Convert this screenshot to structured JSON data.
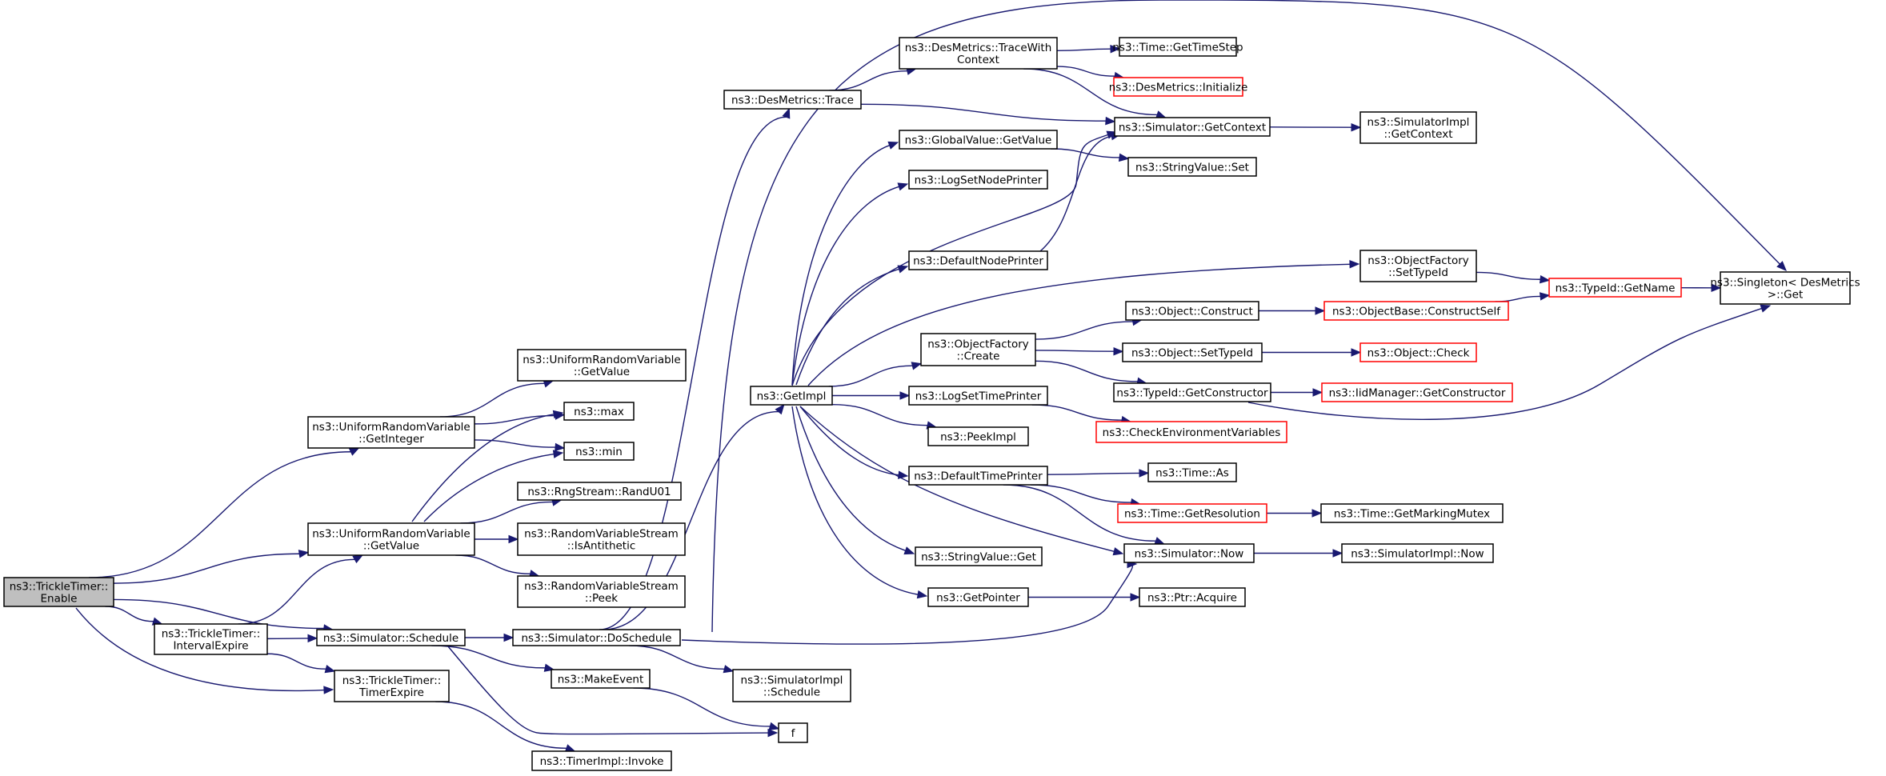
{
  "diagram": {
    "colors": {
      "edge": "#191970",
      "root_fill": "#bfbfbf",
      "node_fill": "#ffffff",
      "node_border": "#000000",
      "undocumented_border": "#ff0000"
    },
    "nodes": [
      {
        "id": "enable",
        "lines": [
          "ns3::TrickleTimer::",
          "Enable"
        ],
        "style": "root"
      },
      {
        "id": "urv_getinteger",
        "lines": [
          "ns3::UniformRandomVariable",
          "::GetInteger"
        ]
      },
      {
        "id": "urv_getvalue",
        "lines": [
          "ns3::UniformRandomVariable",
          "::GetValue"
        ]
      },
      {
        "id": "intervalexpire",
        "lines": [
          "ns3::TrickleTimer::",
          "IntervalExpire"
        ]
      },
      {
        "id": "sim_schedule",
        "lines": [
          "ns3::Simulator::Schedule"
        ]
      },
      {
        "id": "timerexpire",
        "lines": [
          "ns3::TrickleTimer::",
          "TimerExpire"
        ]
      },
      {
        "id": "urv_getvalue2",
        "lines": [
          "ns3::UniformRandomVariable",
          "::GetValue"
        ]
      },
      {
        "id": "max",
        "lines": [
          "ns3::max"
        ]
      },
      {
        "id": "min",
        "lines": [
          "ns3::min"
        ]
      },
      {
        "id": "randu01",
        "lines": [
          "ns3::RngStream::RandU01"
        ]
      },
      {
        "id": "isantithetic",
        "lines": [
          "ns3::RandomVariableStream",
          "::IsAntithetic"
        ]
      },
      {
        "id": "peek",
        "lines": [
          "ns3::RandomVariableStream",
          "::Peek"
        ]
      },
      {
        "id": "doschedule",
        "lines": [
          "ns3::Simulator::DoSchedule"
        ]
      },
      {
        "id": "makeevent",
        "lines": [
          "ns3::MakeEvent"
        ]
      },
      {
        "id": "f",
        "lines": [
          "f"
        ]
      },
      {
        "id": "timerimpl_invoke",
        "lines": [
          "ns3::TimerImpl::Invoke"
        ]
      },
      {
        "id": "desmetrics_trace",
        "lines": [
          "ns3::DesMetrics::Trace"
        ]
      },
      {
        "id": "getimpl",
        "lines": [
          "ns3::GetImpl"
        ]
      },
      {
        "id": "simimpl_schedule",
        "lines": [
          "ns3::SimulatorImpl",
          "::Schedule"
        ]
      },
      {
        "id": "tracewithcontext",
        "lines": [
          "ns3::DesMetrics::TraceWith",
          "Context"
        ]
      },
      {
        "id": "globalvalue_getvalue",
        "lines": [
          "ns3::GlobalValue::GetValue"
        ]
      },
      {
        "id": "logsetnodeprinter",
        "lines": [
          "ns3::LogSetNodePrinter"
        ]
      },
      {
        "id": "defaultnodeprinter",
        "lines": [
          "ns3::DefaultNodePrinter"
        ]
      },
      {
        "id": "objectfactory_create",
        "lines": [
          "ns3::ObjectFactory",
          "::Create"
        ]
      },
      {
        "id": "logsettimeprinter",
        "lines": [
          "ns3::LogSetTimePrinter"
        ]
      },
      {
        "id": "peekimpl",
        "lines": [
          "ns3::PeekImpl"
        ]
      },
      {
        "id": "defaulttimeprinter",
        "lines": [
          "ns3::DefaultTimePrinter"
        ]
      },
      {
        "id": "stringvalue_get",
        "lines": [
          "ns3::StringValue::Get"
        ]
      },
      {
        "id": "getpointer",
        "lines": [
          "ns3::GetPointer"
        ]
      },
      {
        "id": "time_gettimestep",
        "lines": [
          "ns3::Time::GetTimeStep"
        ]
      },
      {
        "id": "desmetrics_initialize",
        "lines": [
          "ns3::DesMetrics::Initialize"
        ],
        "style": "undoc"
      },
      {
        "id": "sim_getcontext",
        "lines": [
          "ns3::Simulator::GetContext"
        ]
      },
      {
        "id": "stringvalue_set",
        "lines": [
          "ns3::StringValue::Set"
        ]
      },
      {
        "id": "object_construct",
        "lines": [
          "ns3::Object::Construct"
        ]
      },
      {
        "id": "object_settypeid",
        "lines": [
          "ns3::Object::SetTypeId"
        ]
      },
      {
        "id": "typeid_getconstructor",
        "lines": [
          "ns3::TypeId::GetConstructor"
        ]
      },
      {
        "id": "checkenv",
        "lines": [
          "ns3::CheckEnvironmentVariables"
        ],
        "style": "undoc"
      },
      {
        "id": "time_as",
        "lines": [
          "ns3::Time::As"
        ]
      },
      {
        "id": "time_getresolution",
        "lines": [
          "ns3::Time::GetResolution"
        ],
        "style": "undoc"
      },
      {
        "id": "sim_now",
        "lines": [
          "ns3::Simulator::Now"
        ]
      },
      {
        "id": "ptr_acquire",
        "lines": [
          "ns3::Ptr::Acquire"
        ]
      },
      {
        "id": "simimpl_getcontext",
        "lines": [
          "ns3::SimulatorImpl",
          "::GetContext"
        ]
      },
      {
        "id": "objectfactory_settypeid",
        "lines": [
          "ns3::ObjectFactory",
          "::SetTypeId"
        ]
      },
      {
        "id": "objectbase_constructself",
        "lines": [
          "ns3::ObjectBase::ConstructSelf"
        ],
        "style": "undoc"
      },
      {
        "id": "object_check",
        "lines": [
          "ns3::Object::Check"
        ],
        "style": "undoc"
      },
      {
        "id": "iidmanager_getconstructor",
        "lines": [
          "ns3::IidManager::GetConstructor"
        ],
        "style": "undoc"
      },
      {
        "id": "time_getmarkingmutex",
        "lines": [
          "ns3::Time::GetMarkingMutex"
        ]
      },
      {
        "id": "simimpl_now",
        "lines": [
          "ns3::SimulatorImpl::Now"
        ]
      },
      {
        "id": "typeid_getname",
        "lines": [
          "ns3::TypeId::GetName"
        ],
        "style": "undoc"
      },
      {
        "id": "singleton_get",
        "lines": [
          "ns3::Singleton< DesMetrics",
          " >::Get"
        ]
      }
    ],
    "edges": [
      [
        "enable",
        "urv_getinteger"
      ],
      [
        "enable",
        "urv_getvalue"
      ],
      [
        "enable",
        "intervalexpire"
      ],
      [
        "enable",
        "sim_schedule"
      ],
      [
        "enable",
        "timerexpire"
      ],
      [
        "urv_getinteger",
        "urv_getvalue2"
      ],
      [
        "urv_getinteger",
        "max"
      ],
      [
        "urv_getinteger",
        "min"
      ],
      [
        "urv_getvalue",
        "max"
      ],
      [
        "urv_getvalue",
        "min"
      ],
      [
        "urv_getvalue",
        "randu01"
      ],
      [
        "urv_getvalue",
        "isantithetic"
      ],
      [
        "urv_getvalue",
        "peek"
      ],
      [
        "intervalexpire",
        "urv_getvalue"
      ],
      [
        "intervalexpire",
        "sim_schedule"
      ],
      [
        "intervalexpire",
        "timerexpire"
      ],
      [
        "sim_schedule",
        "doschedule"
      ],
      [
        "sim_schedule",
        "makeevent"
      ],
      [
        "sim_schedule",
        "f"
      ],
      [
        "makeevent",
        "f"
      ],
      [
        "timerexpire",
        "timerimpl_invoke"
      ],
      [
        "doschedule",
        "desmetrics_trace"
      ],
      [
        "doschedule",
        "getimpl"
      ],
      [
        "doschedule",
        "simimpl_schedule"
      ],
      [
        "doschedule",
        "singleton_get"
      ],
      [
        "doschedule",
        "sim_now"
      ],
      [
        "desmetrics_trace",
        "tracewithcontext"
      ],
      [
        "desmetrics_trace",
        "sim_getcontext"
      ],
      [
        "tracewithcontext",
        "time_gettimestep"
      ],
      [
        "tracewithcontext",
        "desmetrics_initialize"
      ],
      [
        "tracewithcontext",
        "sim_getcontext"
      ],
      [
        "sim_getcontext",
        "simimpl_getcontext"
      ],
      [
        "getimpl",
        "globalvalue_getvalue"
      ],
      [
        "getimpl",
        "logsetnodeprinter"
      ],
      [
        "getimpl",
        "defaultnodeprinter"
      ],
      [
        "getimpl",
        "objectfactory_create"
      ],
      [
        "getimpl",
        "logsettimeprinter"
      ],
      [
        "getimpl",
        "peekimpl"
      ],
      [
        "getimpl",
        "defaulttimeprinter"
      ],
      [
        "getimpl",
        "stringvalue_get"
      ],
      [
        "getimpl",
        "getpointer"
      ],
      [
        "getimpl",
        "sim_getcontext"
      ],
      [
        "getimpl",
        "objectfactory_settypeid"
      ],
      [
        "getimpl",
        "sim_now"
      ],
      [
        "globalvalue_getvalue",
        "stringvalue_set"
      ],
      [
        "defaultnodeprinter",
        "sim_getcontext"
      ],
      [
        "objectfactory_create",
        "object_construct"
      ],
      [
        "objectfactory_create",
        "object_settypeid"
      ],
      [
        "objectfactory_create",
        "typeid_getconstructor"
      ],
      [
        "logsettimeprinter",
        "checkenv"
      ],
      [
        "defaulttimeprinter",
        "time_as"
      ],
      [
        "defaulttimeprinter",
        "time_getresolution"
      ],
      [
        "defaulttimeprinter",
        "sim_now"
      ],
      [
        "getpointer",
        "ptr_acquire"
      ],
      [
        "object_construct",
        "objectbase_constructself"
      ],
      [
        "object_settypeid",
        "object_check"
      ],
      [
        "typeid_getconstructor",
        "iidmanager_getconstructor"
      ],
      [
        "typeid_getconstructor",
        "singleton_get"
      ],
      [
        "time_getresolution",
        "time_getmarkingmutex"
      ],
      [
        "sim_now",
        "simimpl_now"
      ],
      [
        "objectfactory_settypeid",
        "typeid_getname"
      ],
      [
        "objectbase_constructself",
        "typeid_getname"
      ],
      [
        "typeid_getname",
        "singleton_get"
      ]
    ]
  }
}
